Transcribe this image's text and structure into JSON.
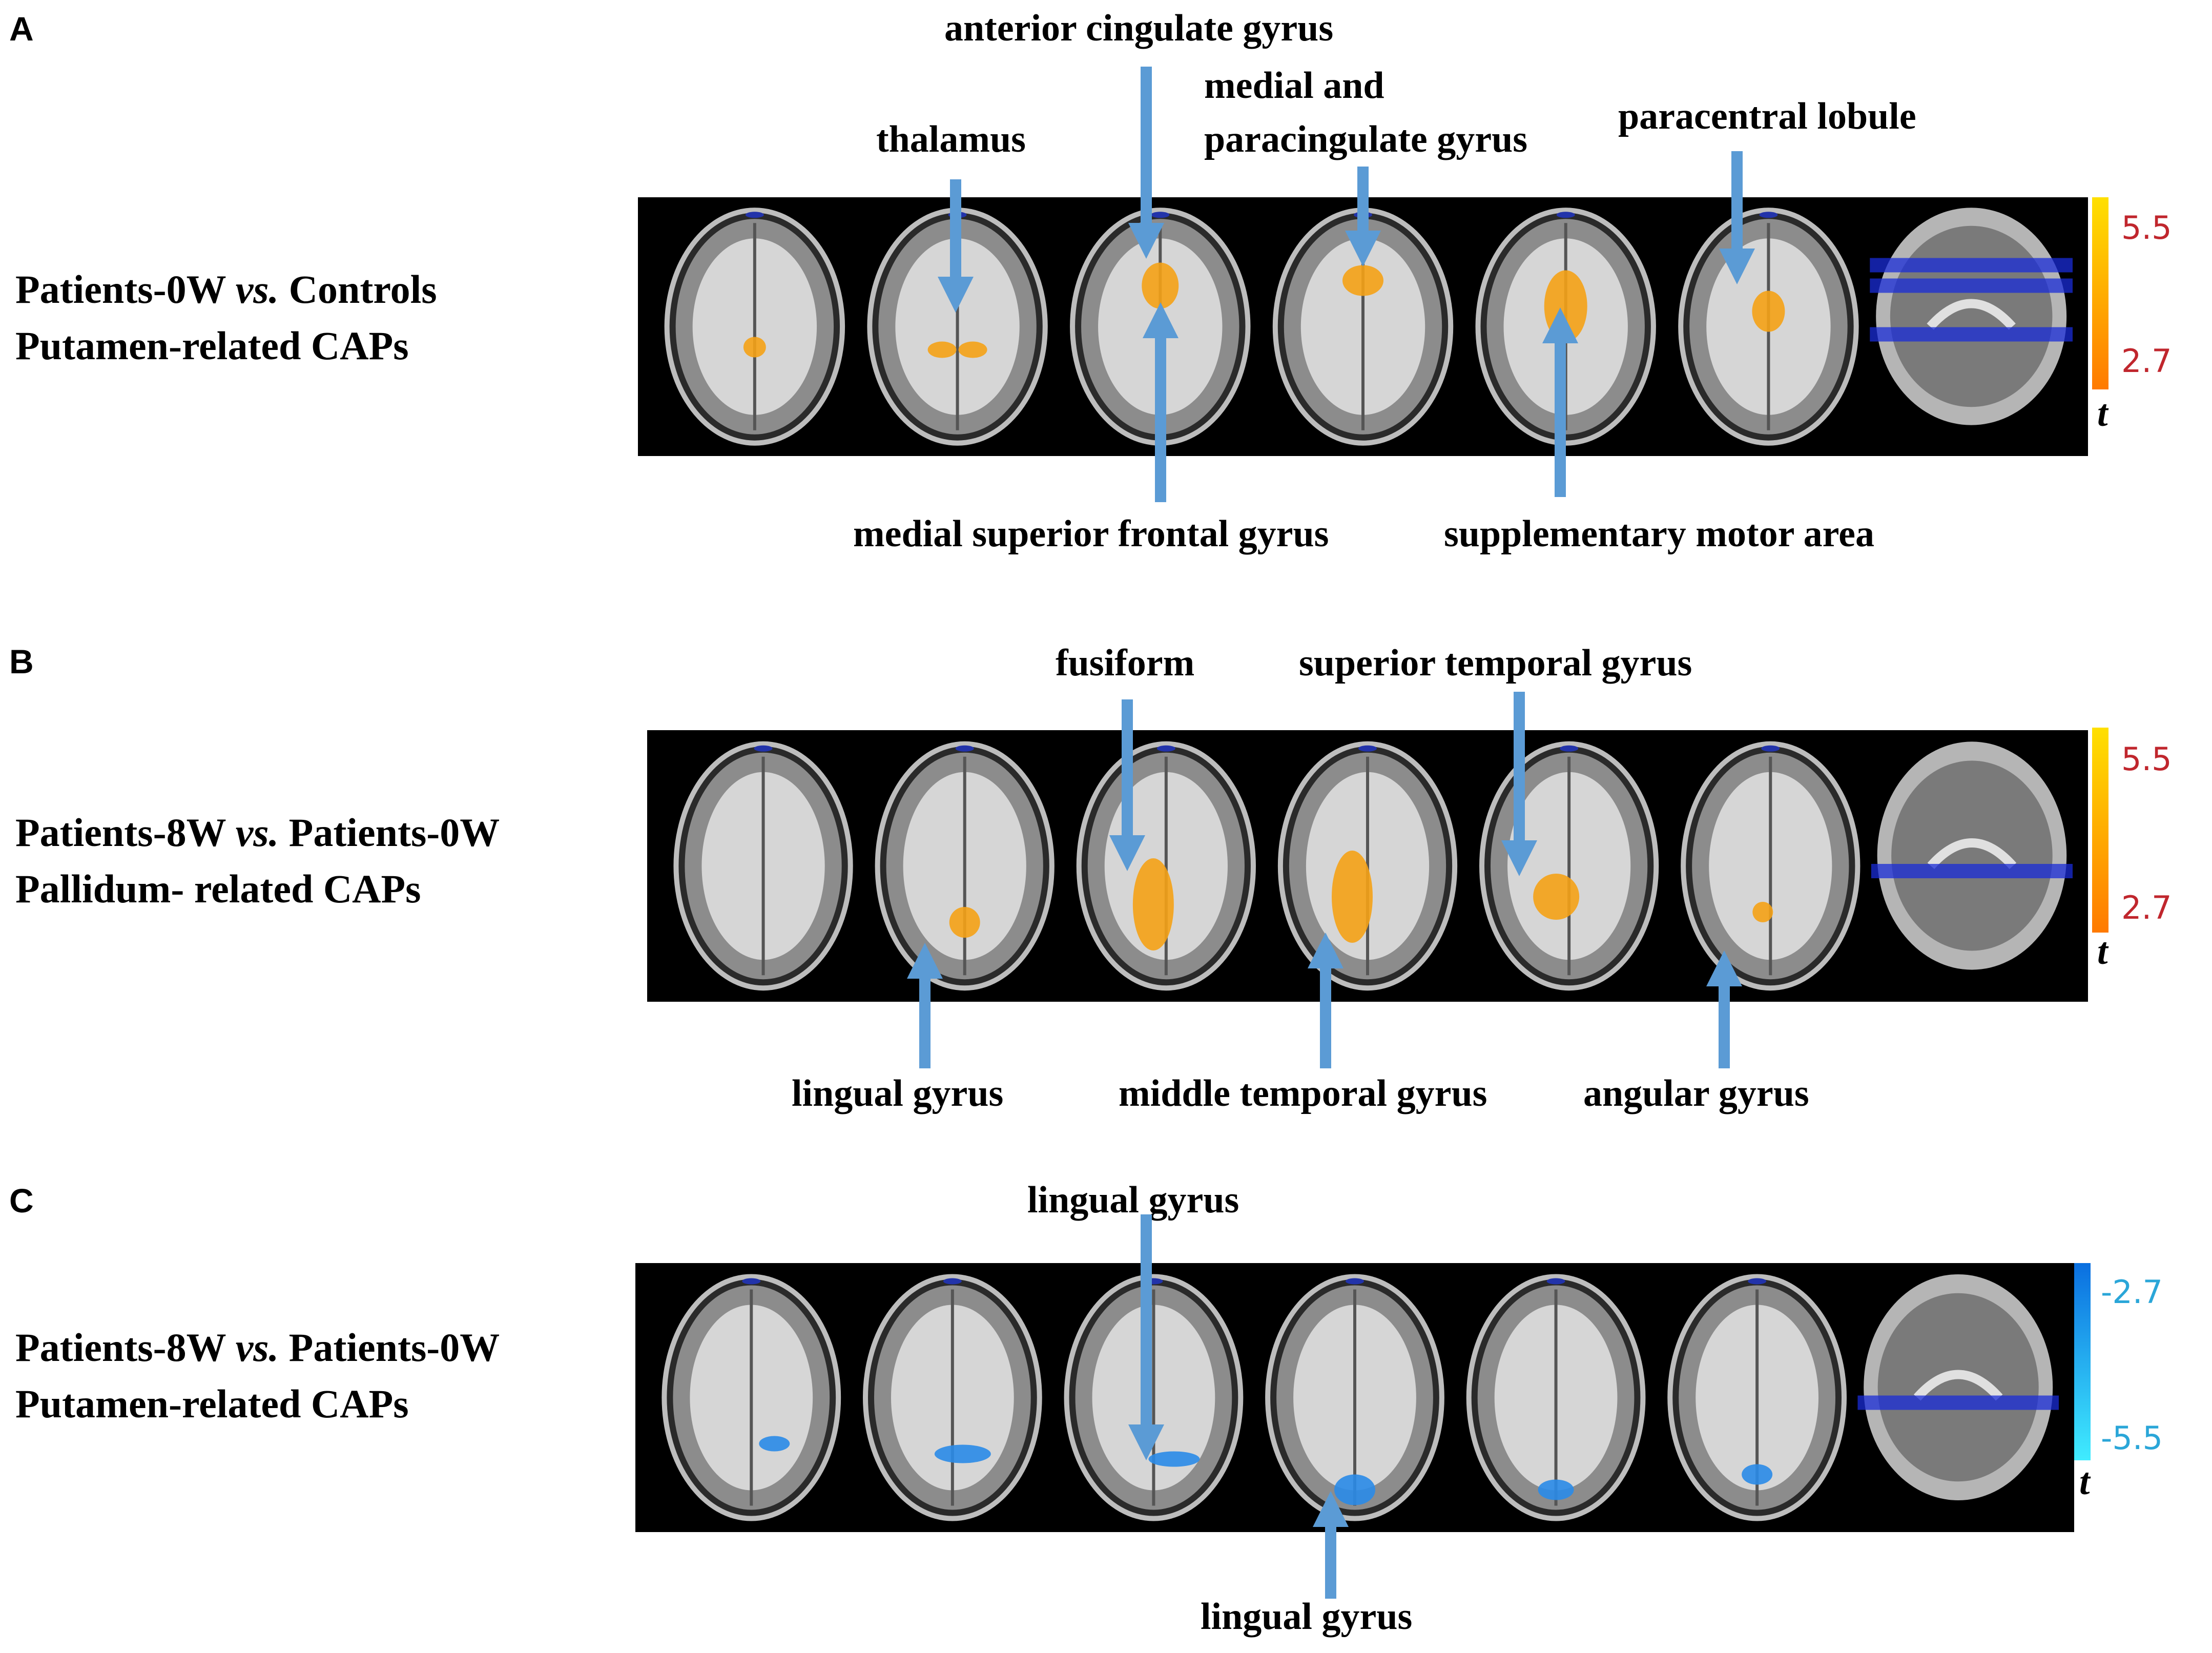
{
  "panels": [
    {
      "letter": "A",
      "condition_line1_a": "Patients-0W ",
      "condition_line1_vs": "vs.",
      "condition_line1_b": " Controls",
      "condition_line2": "Putamen-related CAPs",
      "labels": {
        "thalamus": "thalamus",
        "anterior_cingulate": "anterior cingulate gyrus",
        "medial_para_1": "medial and",
        "medial_para_2": "paracingulate gyrus",
        "paracentral": "paracentral lobule",
        "medial_superior_frontal": "medial superior frontal gyrus",
        "sma": "supplementary motor area"
      },
      "colorbar": {
        "max_label": "5.5",
        "min_label": "2.7",
        "stat_label": "t",
        "top_color": "#ffe000",
        "bottom_color": "#ff7a00",
        "label_color": "#c0262d"
      },
      "blob_color": "#f5a216"
    },
    {
      "letter": "B",
      "condition_line1_a": "Patients-8W ",
      "condition_line1_vs": "vs.",
      "condition_line1_b": " Patients-0W",
      "condition_line2": "Pallidum- related CAPs",
      "labels": {
        "fusiform": "fusiform",
        "superior_temporal": "superior temporal gyrus",
        "lingual": "lingual gyrus",
        "middle_temporal": "middle temporal gyrus",
        "angular": "angular gyrus"
      },
      "colorbar": {
        "max_label": "5.5",
        "min_label": "2.7",
        "stat_label": "t",
        "top_color": "#ffe000",
        "bottom_color": "#ff7a00",
        "label_color": "#c0262d"
      },
      "blob_color": "#f5a216"
    },
    {
      "letter": "C",
      "condition_line1_a": "Patients-8W ",
      "condition_line1_vs": "vs.",
      "condition_line1_b": " Patients-0W",
      "condition_line2": "Putamen-related CAPs",
      "labels": {
        "lingual_top": "lingual gyrus",
        "lingual_bottom": "lingual gyrus"
      },
      "colorbar": {
        "max_label": "-2.7",
        "min_label": "-5.5",
        "stat_label": "t",
        "top_color": "#0a6fe0",
        "bottom_color": "#40ecff",
        "label_color": "#2aa6d8"
      },
      "blob_color": "#2a8be8"
    }
  ],
  "arrow_color": "#5b9bd5",
  "slice_line_color": "#1a2cd8"
}
